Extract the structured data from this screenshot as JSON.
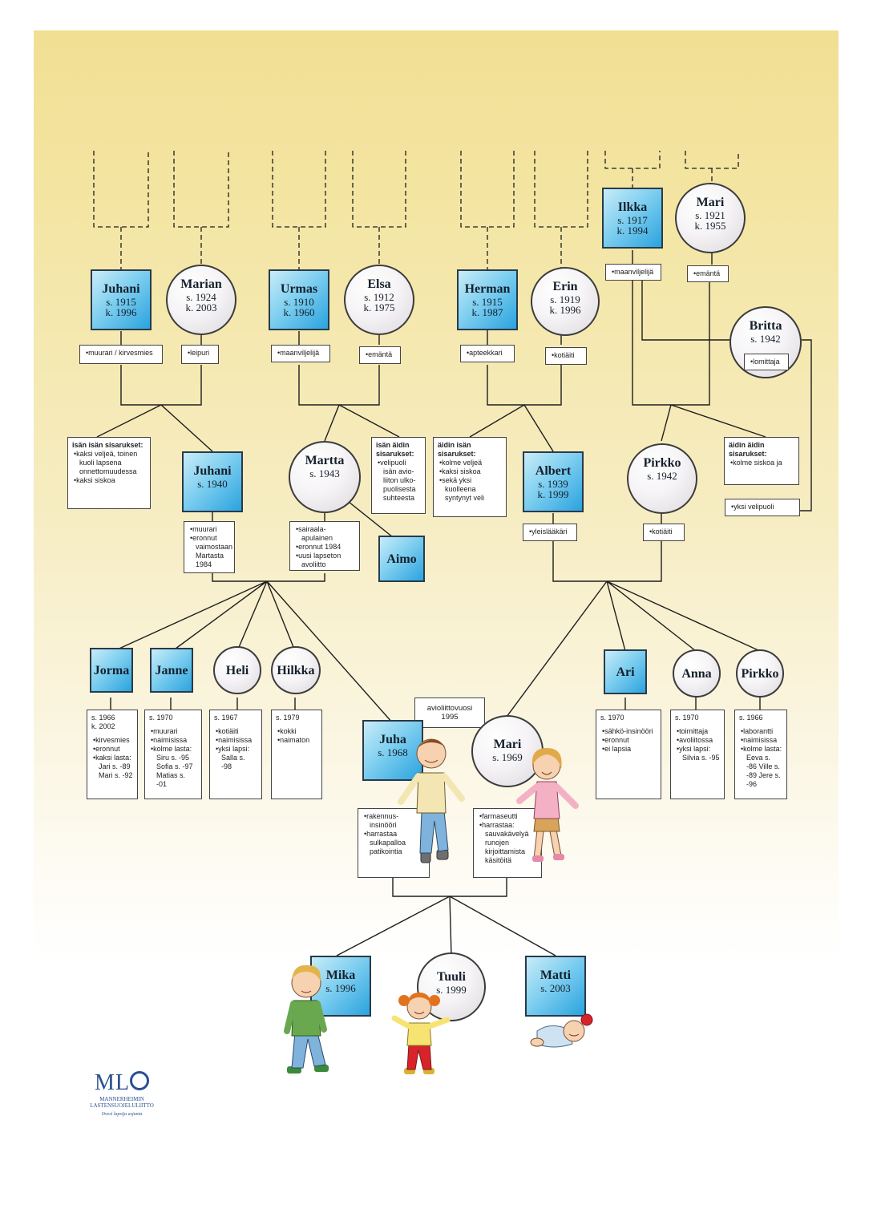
{
  "people": {
    "juhani_gf": {
      "name": "Juhani",
      "line1": "s. 1915",
      "line2": "k. 1996"
    },
    "marian": {
      "name": "Marian",
      "line1": "s. 1924",
      "line2": "k. 2003"
    },
    "urmas": {
      "name": "Urmas",
      "line1": "s. 1910",
      "line2": "k. 1960"
    },
    "elsa": {
      "name": "Elsa",
      "line1": "s. 1912",
      "line2": "k. 1975"
    },
    "herman": {
      "name": "Herman",
      "line1": "s. 1915",
      "line2": "k. 1987"
    },
    "erin": {
      "name": "Erin",
      "line1": "s. 1919",
      "line2": "k. 1996"
    },
    "ilkka": {
      "name": "Ilkka",
      "line1": "s. 1917",
      "line2": "k. 1994"
    },
    "mari_gm": {
      "name": "Mari",
      "line1": "s. 1921",
      "line2": "k. 1955"
    },
    "britta": {
      "name": "Britta",
      "line1": "s. 1942",
      "line2": ""
    },
    "juhani_f": {
      "name": "Juhani",
      "line1": "s. 1940",
      "line2": ""
    },
    "martta": {
      "name": "Martta",
      "line1": "s. 1943",
      "line2": ""
    },
    "aimo": {
      "name": "Aimo",
      "line1": "",
      "line2": ""
    },
    "albert": {
      "name": "Albert",
      "line1": "s. 1939",
      "line2": "k. 1999"
    },
    "pirkko_m": {
      "name": "Pirkko",
      "line1": "s. 1942",
      "line2": ""
    },
    "jorma": {
      "name": "Jorma"
    },
    "janne": {
      "name": "Janne"
    },
    "heli": {
      "name": "Heli"
    },
    "hilkka": {
      "name": "Hilkka"
    },
    "ari": {
      "name": "Ari"
    },
    "anna": {
      "name": "Anna"
    },
    "pirkko_s": {
      "name": "Pirkko"
    },
    "juha": {
      "name": "Juha",
      "line1": "s. 1968"
    },
    "mari": {
      "name": "Mari",
      "line1": "s. 1969"
    },
    "mika": {
      "name": "Mika",
      "line1": "s. 1996"
    },
    "tuuli": {
      "name": "Tuuli",
      "line1": "s. 1999"
    },
    "matti": {
      "name": "Matti",
      "line1": "s. 2003"
    }
  },
  "notes": {
    "juhani_gf": [
      "muurari / kirvesmies"
    ],
    "marian": [
      "leipuri"
    ],
    "urmas": [
      "maanviljelijä"
    ],
    "elsa": [
      "emäntä"
    ],
    "herman": [
      "apteekkari"
    ],
    "erin": [
      "kotiäiti"
    ],
    "ilkka": [
      "maanviljelijä"
    ],
    "mari_gm": [
      "emäntä"
    ],
    "britta": [
      "lomittaja"
    ],
    "juhani_f": [
      "muurari",
      "eronnut vaimostaan Martasta 1984"
    ],
    "martta": [
      "sairaala-apulainen",
      "eronnut 1984",
      "uusi lapseton avoliitto"
    ],
    "albert": [
      "yleislääkäri"
    ],
    "pirkko_m": [
      "kotiäiti"
    ],
    "juha": [
      "rakennus-insinööri",
      "harrastaa sulkapalloa patikointia"
    ],
    "mari": [
      "farmaseutti",
      "harrastaa: sauvakävelyä runojen kirjoittamista käsitöitä"
    ]
  },
  "sibling_boxes": {
    "isan_isan": {
      "title": "isän isän sisarukset:",
      "items": [
        "kaksi veljeä, toinen kuoli lapsena onnettomuudessa",
        "kaksi siskoa"
      ]
    },
    "isan_aidin": {
      "title": "isän äidin sisarukset:",
      "items": [
        "velipuoli isän avio-liiton ulko-puolisesta suhteesta"
      ]
    },
    "aidin_isan": {
      "title": "äidin isän sisarukset:",
      "items": [
        "kolme veljeä",
        "kaksi siskoa",
        "sekä yksi kuolleena syntynyt veli"
      ]
    },
    "aidin_aidin": {
      "title": "äidin äidin sisarukset:",
      "items": [
        "kolme siskoa ja"
      ]
    },
    "yksi_velipuoli": {
      "title": "",
      "items": [
        "yksi velipuoli"
      ]
    }
  },
  "sibling_details": {
    "jorma": {
      "dates": [
        "s. 1966",
        "k. 2002"
      ],
      "items": [
        "kirvesmies",
        "eronnut",
        "kaksi lasta: Jari s. -89 Mari s. -92"
      ]
    },
    "janne": {
      "dates": [
        "s. 1970"
      ],
      "items": [
        "muurari",
        "naimisissa",
        "kolme lasta: Siru s. -95 Sofia s. -97 Matias s. -01"
      ]
    },
    "heli": {
      "dates": [
        "s. 1967"
      ],
      "items": [
        "kotiäiti",
        "naimisissa",
        "yksi lapsi: Salla s. -98"
      ]
    },
    "hilkka": {
      "dates": [
        "s. 1979"
      ],
      "items": [
        "kokki",
        "naimaton"
      ]
    },
    "ari": {
      "dates": [
        "s. 1970"
      ],
      "items": [
        "sähkö-insinööri",
        "eronnut",
        "ei lapsia"
      ]
    },
    "anna": {
      "dates": [
        "s. 1970"
      ],
      "items": [
        "toimittaja",
        "avoliitossa",
        "yksi lapsi: Silvia s. -95"
      ]
    },
    "pirkko_s": {
      "dates": [
        "s. 1966"
      ],
      "items": [
        "laborantti",
        "naimisissa",
        "kolme lasta: Eeva s. -86 Ville s. -89 Jere s. -96"
      ]
    }
  },
  "marriage": {
    "line1": "avioliittovuosi",
    "line2": "1995"
  },
  "logo": {
    "mark": "ML",
    "org_line1": "MANNERHEIMIN",
    "org_line2": "LASTENSUOJELULIITTO",
    "slogan": "Ovesi lapsija asjanta"
  },
  "colors": {
    "square_fill": "#5fbfe9",
    "circle_fill": "#efedf0",
    "background_top": "#f1df93",
    "line": "#1e1e1e"
  }
}
